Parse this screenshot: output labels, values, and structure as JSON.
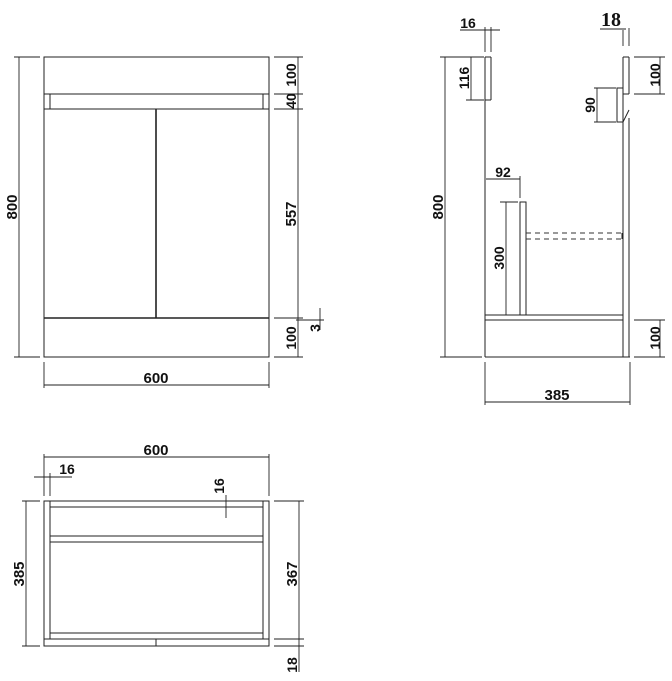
{
  "front_view": {
    "overall_height": "800",
    "overall_width": "600",
    "top_panel_height": "100",
    "rail_height": "40",
    "door_height": "557",
    "door_gap": "3",
    "plinth_height": "100"
  },
  "side_view": {
    "overall_height": "800",
    "overall_depth": "385",
    "back_panel_thickness": "16",
    "front_panel_thickness": "18",
    "back_top_height": "116",
    "front_top_height": "100",
    "handle_recess_height": "90",
    "inner_offset": "92",
    "inner_panel_height": "300",
    "plinth_height": "100"
  },
  "top_view": {
    "overall_width": "600",
    "side_thickness": "16",
    "back_thickness": "16",
    "overall_depth": "385",
    "inner_depth": "367",
    "door_thickness": "18"
  },
  "colors": {
    "line": "#222222",
    "background": "#ffffff"
  }
}
